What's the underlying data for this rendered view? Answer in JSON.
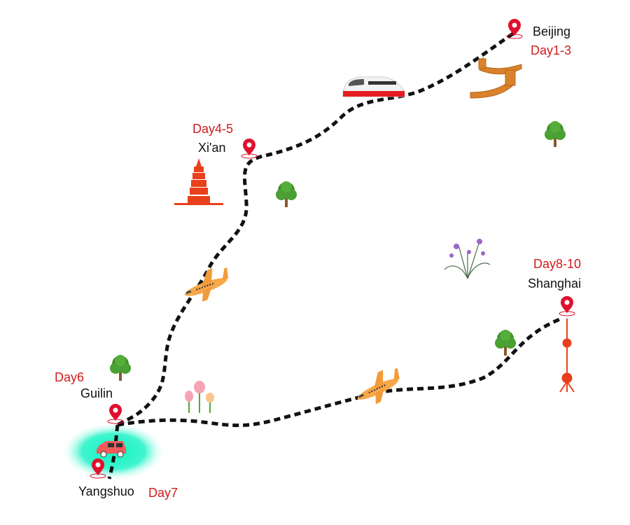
{
  "stops": {
    "beijing": {
      "city": "Beijing",
      "days": "Day1-3"
    },
    "xian": {
      "city": "Xi'an",
      "days": "Day4-5"
    },
    "guilin": {
      "city": "Guilin",
      "days": "Day6"
    },
    "yangshuo": {
      "city": "Yangshuo",
      "days": "Day7"
    },
    "shanghai": {
      "city": "Shanghai",
      "days": "Day8-10"
    }
  },
  "colors": {
    "accent": "#d01c1f",
    "route": "#111111",
    "glow": "#19f5c8"
  }
}
